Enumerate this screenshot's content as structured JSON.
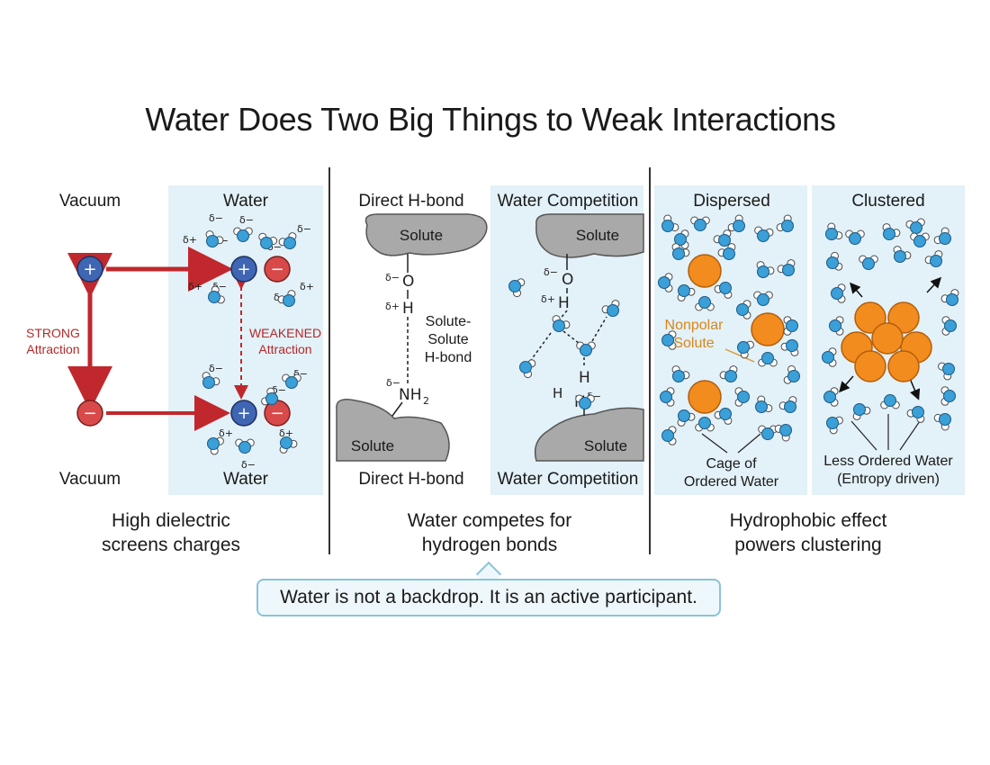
{
  "title": "Water Does Two Big Things to Weak Interactions",
  "panel1": {
    "top_left": "Vacuum",
    "top_right": "Water",
    "bottom_left": "Vacuum",
    "bottom_right": "Water",
    "strong": [
      "STRONG",
      "Attraction"
    ],
    "weakened": [
      "WEAKENED",
      "Attraction"
    ],
    "caption": [
      "High dielectric",
      "screens charges"
    ]
  },
  "panel2": {
    "top_left": "Direct H-bond",
    "top_right": "Water Competition",
    "bottom_left": "Direct H-bond",
    "bottom_right": "Water Competition",
    "solute": "Solute",
    "bond_label": [
      "Solute-",
      "Solute",
      "H-bond"
    ],
    "caption": [
      "Water competes for",
      "hydrogen bonds"
    ]
  },
  "panel3": {
    "top_left": "Dispersed",
    "top_right": "Clustered",
    "nonpolar": [
      "Nonpolar",
      "Solute"
    ],
    "cage": [
      "Cage of",
      "Ordered Water"
    ],
    "less_ordered": [
      "Less Ordered Water",
      "(Entropy driven)"
    ],
    "caption": [
      "Hydrophobic effect",
      "powers clustering"
    ]
  },
  "callout": "Water is not a backdrop. It is an active participant.",
  "colors": {
    "water_bg": "#e3f1f8",
    "arrow": "#c0282d",
    "positive": "#3f66b3",
    "negative": "#d84a4a",
    "solute_gray": "#a9a9a9",
    "nonpolar": "#f28c1e",
    "water_o": "#3b9fd8"
  }
}
